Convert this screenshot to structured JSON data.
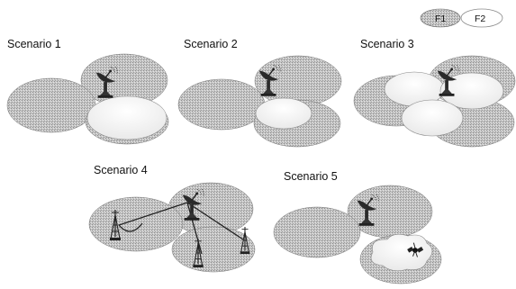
{
  "legend": {
    "f1_label": "F1",
    "f2_label": "F2",
    "f1_color": "#c4c4c4",
    "f2_color": "#ffffff"
  },
  "scenarios": [
    {
      "label": "Scenario 1"
    },
    {
      "label": "Scenario 2"
    },
    {
      "label": "Scenario 3"
    },
    {
      "label": "Scenario 4"
    },
    {
      "label": "Scenario 5"
    }
  ],
  "icons": {
    "satellite_dish": "satellite-dish-icon",
    "small_tower": "cell-tower-icon",
    "small_satellite": "small-satellite-icon"
  }
}
